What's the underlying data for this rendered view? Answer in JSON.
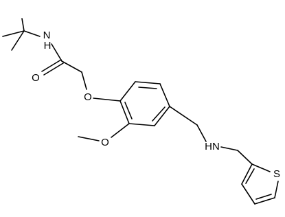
{
  "molecule": {
    "atoms": {
      "amide_n": "N",
      "amide_h": "H",
      "carbonyl_o": "O",
      "ether_o": "O",
      "methoxy_o": "O",
      "amine_label": "HN",
      "thiophene_s": "S"
    },
    "colors": {
      "bond": "#000000",
      "label": "#000000",
      "background": "#ffffff"
    }
  }
}
